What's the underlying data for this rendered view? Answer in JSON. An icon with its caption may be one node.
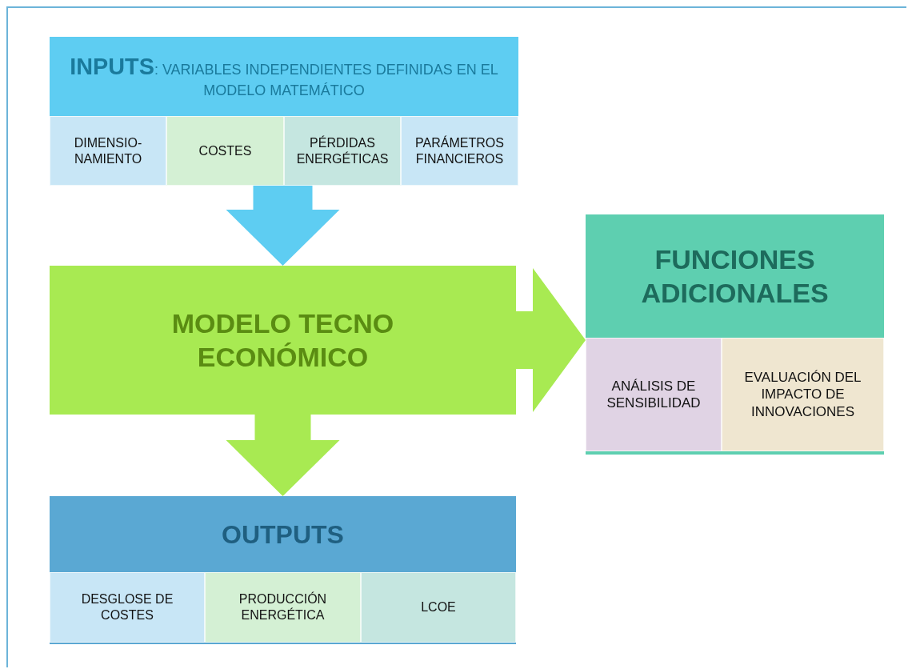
{
  "diagram": {
    "nodes": [
      {
        "text": [
          "**INPUTS**: VARIABLES INDEPENDIENTES DEFINIDAS EN EL MODELO MATEMÁTICO"
        ]
      },
      {
        "text": [
          "DIMENSIO- NAMIENTO"
        ],
        "in": 0
      },
      {
        "text": [
          "COSTES"
        ],
        "in": 0
      },
      {
        "text": [
          "PÉRDIDAS ENERGÉTICAS"
        ],
        "in": 0
      },
      {
        "text": [
          "PARÁMETROS FINANCIEROS"
        ],
        "in": 0
      },
      {
        "text": [
          "MODELO TECNO ECONÓMICO"
        ]
      },
      {
        "text": [
          "FUNCIONES ADICIONALES"
        ]
      },
      {
        "text": [
          "ANÁLISIS DE SENSIBILIDAD"
        ],
        "in": 6
      },
      {
        "text": [
          "EVALUACIÓN DEL IMPACTO DE INNOVACIONES"
        ],
        "in": 6
      },
      {
        "text": [
          "OUTPUTS"
        ]
      },
      {
        "text": [
          "DESGLOSE DE COSTES"
        ],
        "in": 9
      },
      {
        "text": [
          "PRODUCCIÓN ENERGÉTICA"
        ],
        "in": 9
      },
      {
        "text": [
          "LCOE"
        ],
        "in": 9
      }
    ],
    "edges": [
      {
        "from": 0,
        "to": 5,
        "arrow": "to",
        "color": "#5ecdf2"
      },
      {
        "from": 5,
        "to": 6,
        "arrow": "to"
      },
      {
        "from": 5,
        "to": 9,
        "arrow": "to"
      }
    ]
  }
}
